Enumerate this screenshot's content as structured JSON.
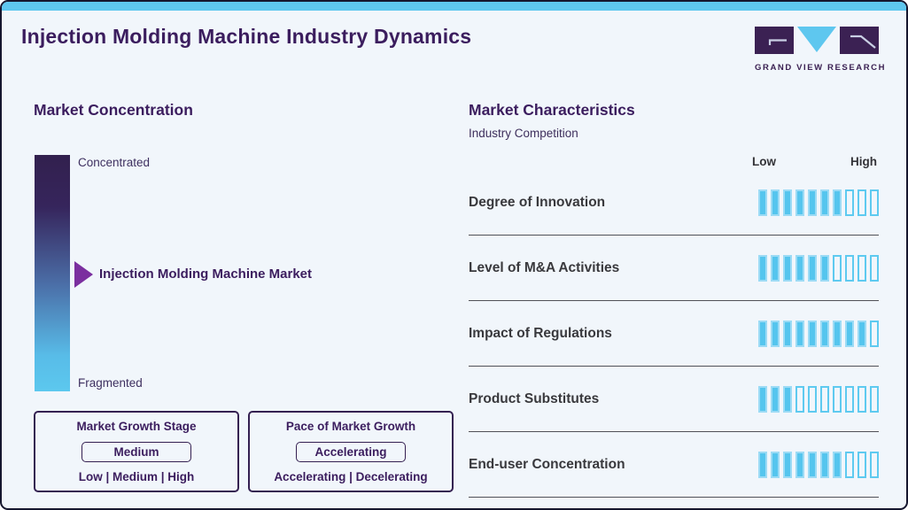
{
  "page": {
    "title": "Injection Molding Machine Industry Dynamics",
    "brand": {
      "logo_text": "GRAND VIEW RESEARCH"
    }
  },
  "market_concentration": {
    "heading": "Market Concentration",
    "scale_top_label": "Concentrated",
    "scale_bottom_label": "Fragmented",
    "marker_label": "Injection Molding Machine Market",
    "marker_position_percent_from_top": 50,
    "growth_stage_box": {
      "title": "Market Growth Stage",
      "selected": "Medium",
      "options_label": "Low | Medium | High"
    },
    "pace_box": {
      "title": "Pace of Market Growth",
      "selected": "Accelerating",
      "options_label": "Accelerating | Decelerating"
    }
  },
  "market_characteristics": {
    "heading": "Market Characteristics",
    "subheading": "Industry Competition",
    "scale_low_label": "Low",
    "scale_high_label": "High",
    "rows": [
      {
        "label": "Degree of Innovation",
        "filled": 7,
        "total": 10
      },
      {
        "label": "Level of M&A Activities",
        "filled": 6,
        "total": 10
      },
      {
        "label": "Impact of Regulations",
        "filled": 9,
        "total": 10
      },
      {
        "label": "Product Substitutes",
        "filled": 3,
        "total": 10
      },
      {
        "label": "End-user Concentration",
        "filled": 7,
        "total": 10
      }
    ]
  },
  "colors": {
    "accent_blue": "#5ec7ef",
    "dark_purple": "#3b1d5e",
    "arrow_purple": "#7b2f9f",
    "label_charcoal": "#39393d",
    "background": "#f1f6fb",
    "card_border": "#15162e"
  },
  "chart_data": [
    {
      "type": "bar",
      "title": "Market Characteristics — Industry Competition",
      "categories": [
        "Degree of Innovation",
        "Level of M&A Activities",
        "Impact of Regulations",
        "Product Substitutes",
        "End-user Concentration"
      ],
      "values": [
        7,
        6,
        9,
        3,
        7
      ],
      "scale": {
        "min": 0,
        "max": 10,
        "low_label": "Low",
        "high_label": "High"
      },
      "orientation": "horizontal-segmented",
      "legend_position": "none"
    },
    {
      "type": "scatter",
      "title": "Market Concentration",
      "axis": {
        "top": "Concentrated",
        "bottom": "Fragmented"
      },
      "points": [
        {
          "label": "Injection Molding Machine Market",
          "position_percent_from_concentrated": 50
        }
      ]
    }
  ]
}
